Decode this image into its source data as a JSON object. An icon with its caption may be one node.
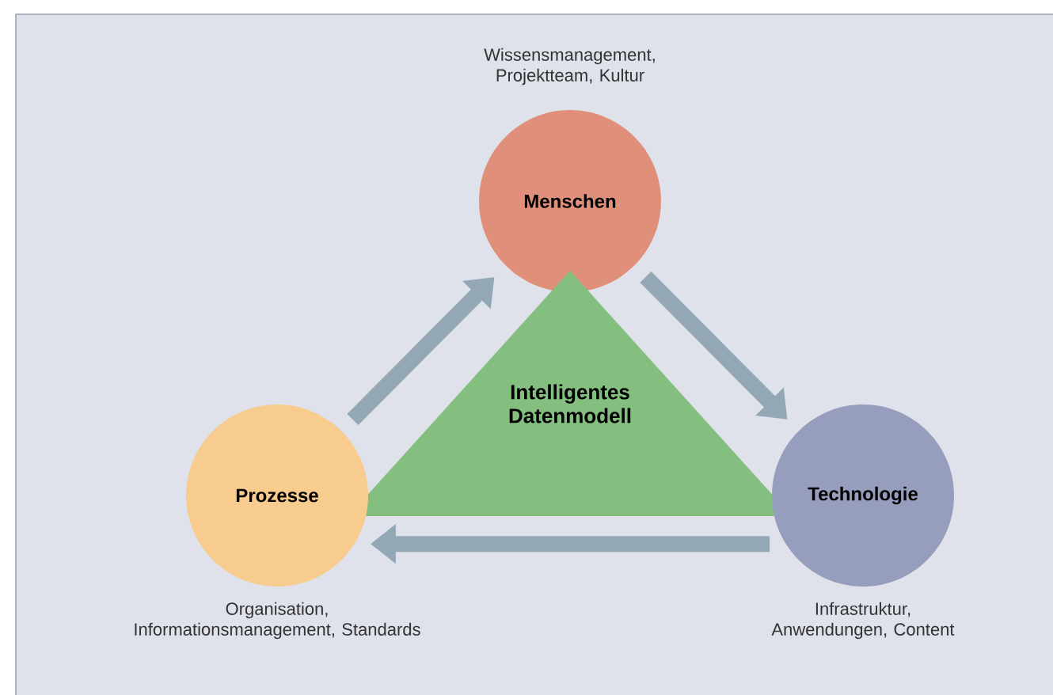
{
  "diagram": {
    "nodes": [
      {
        "text": [
          "Menschen"
        ],
        "beside": [
          "Wissensmanagement, Projektteam, Kultur"
        ]
      },
      {
        "text": [
          "Intelligentes Datenmodell"
        ]
      },
      {
        "text": [
          "Prozesse"
        ],
        "beside": [
          "Organisation, Informationsmanagement, Standards"
        ]
      },
      {
        "text": [
          "Technologie"
        ],
        "beside": [
          "Infrastruktur, Anwendungen, Content"
        ]
      }
    ],
    "edges": [
      {
        "from": 2,
        "to": 0,
        "arrow": "to"
      },
      {
        "from": 0,
        "to": 3,
        "arrow": "to"
      },
      {
        "from": 3,
        "to": 2,
        "arrow": "to"
      }
    ]
  }
}
